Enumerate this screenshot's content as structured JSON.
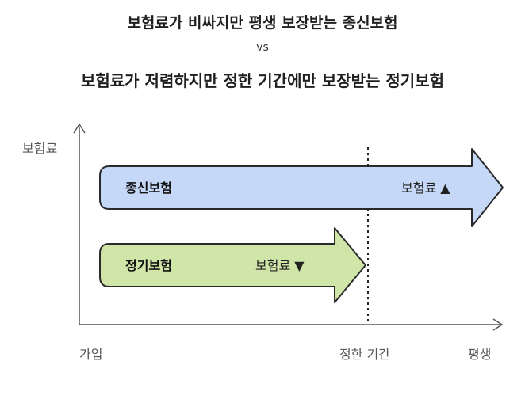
{
  "title": {
    "line1": "보험료가 비싸지만 평생 보장받는 종신보험",
    "vs": "vs",
    "line2": "보험료가 저렴하지만 정한 기간에만 보장받는 정기보험"
  },
  "axes": {
    "y_label": "보험료",
    "x_start": "가입",
    "x_mid": "정한 기간",
    "x_end": "평생"
  },
  "bars": [
    {
      "name": "종신보험",
      "premium_text": "보험료 ▲",
      "color": "#c5d8f7",
      "stroke": "#2a2a2a"
    },
    {
      "name": "정기보험",
      "premium_text": "보험료 ▼",
      "color": "#cfe6a8",
      "stroke": "#2a2a2a"
    }
  ]
}
